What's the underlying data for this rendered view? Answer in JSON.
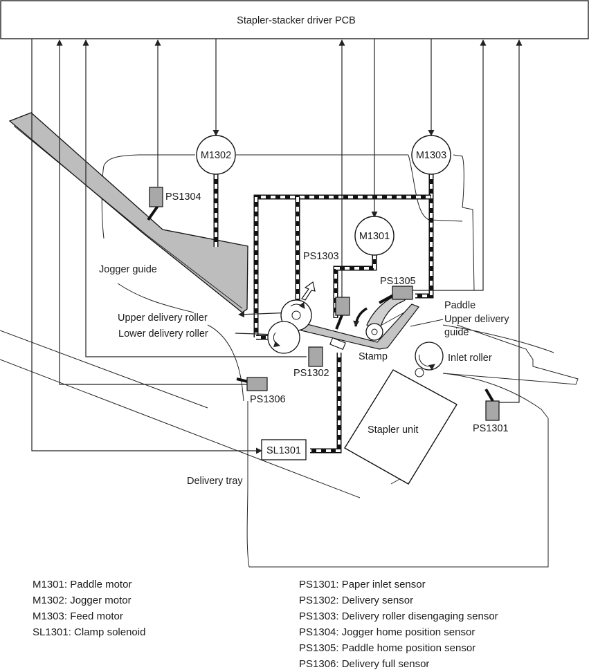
{
  "pcb": {
    "title": "Stapler-stacker driver PCB"
  },
  "motors": {
    "m1301": "M1301",
    "m1302": "M1302",
    "m1303": "M1303"
  },
  "sensors": {
    "ps1301": "PS1301",
    "ps1302": "PS1302",
    "ps1303": "PS1303",
    "ps1304": "PS1304",
    "ps1305": "PS1305",
    "ps1306": "PS1306"
  },
  "solenoid": {
    "sl1301": "SL1301"
  },
  "parts": {
    "jogger_guide": "Jogger guide",
    "upper_delivery_roller": "Upper delivery roller",
    "lower_delivery_roller": "Lower delivery roller",
    "paddle": "Paddle",
    "upper_delivery_guide_1": "Upper delivery",
    "upper_delivery_guide_2": "guide",
    "inlet_roller": "Inlet roller",
    "stamp": "Stamp",
    "stapler_unit": "Stapler unit",
    "delivery_tray": "Delivery tray"
  },
  "legend_left": [
    "M1301: Paddle motor",
    "M1302: Jogger motor",
    "M1303: Feed motor",
    "SL1301: Clamp solenoid"
  ],
  "legend_right": [
    "PS1301: Paper inlet sensor",
    "PS1302: Delivery sensor",
    "PS1303: Delivery roller disengaging sensor",
    "PS1304: Jogger home position sensor",
    "PS1305: Paddle home position sensor",
    "PS1306: Delivery full sensor"
  ],
  "colors": {
    "sensor_fill": "#a8a8a8",
    "guide_fill": "#bdbdbd",
    "line": "#222222"
  }
}
